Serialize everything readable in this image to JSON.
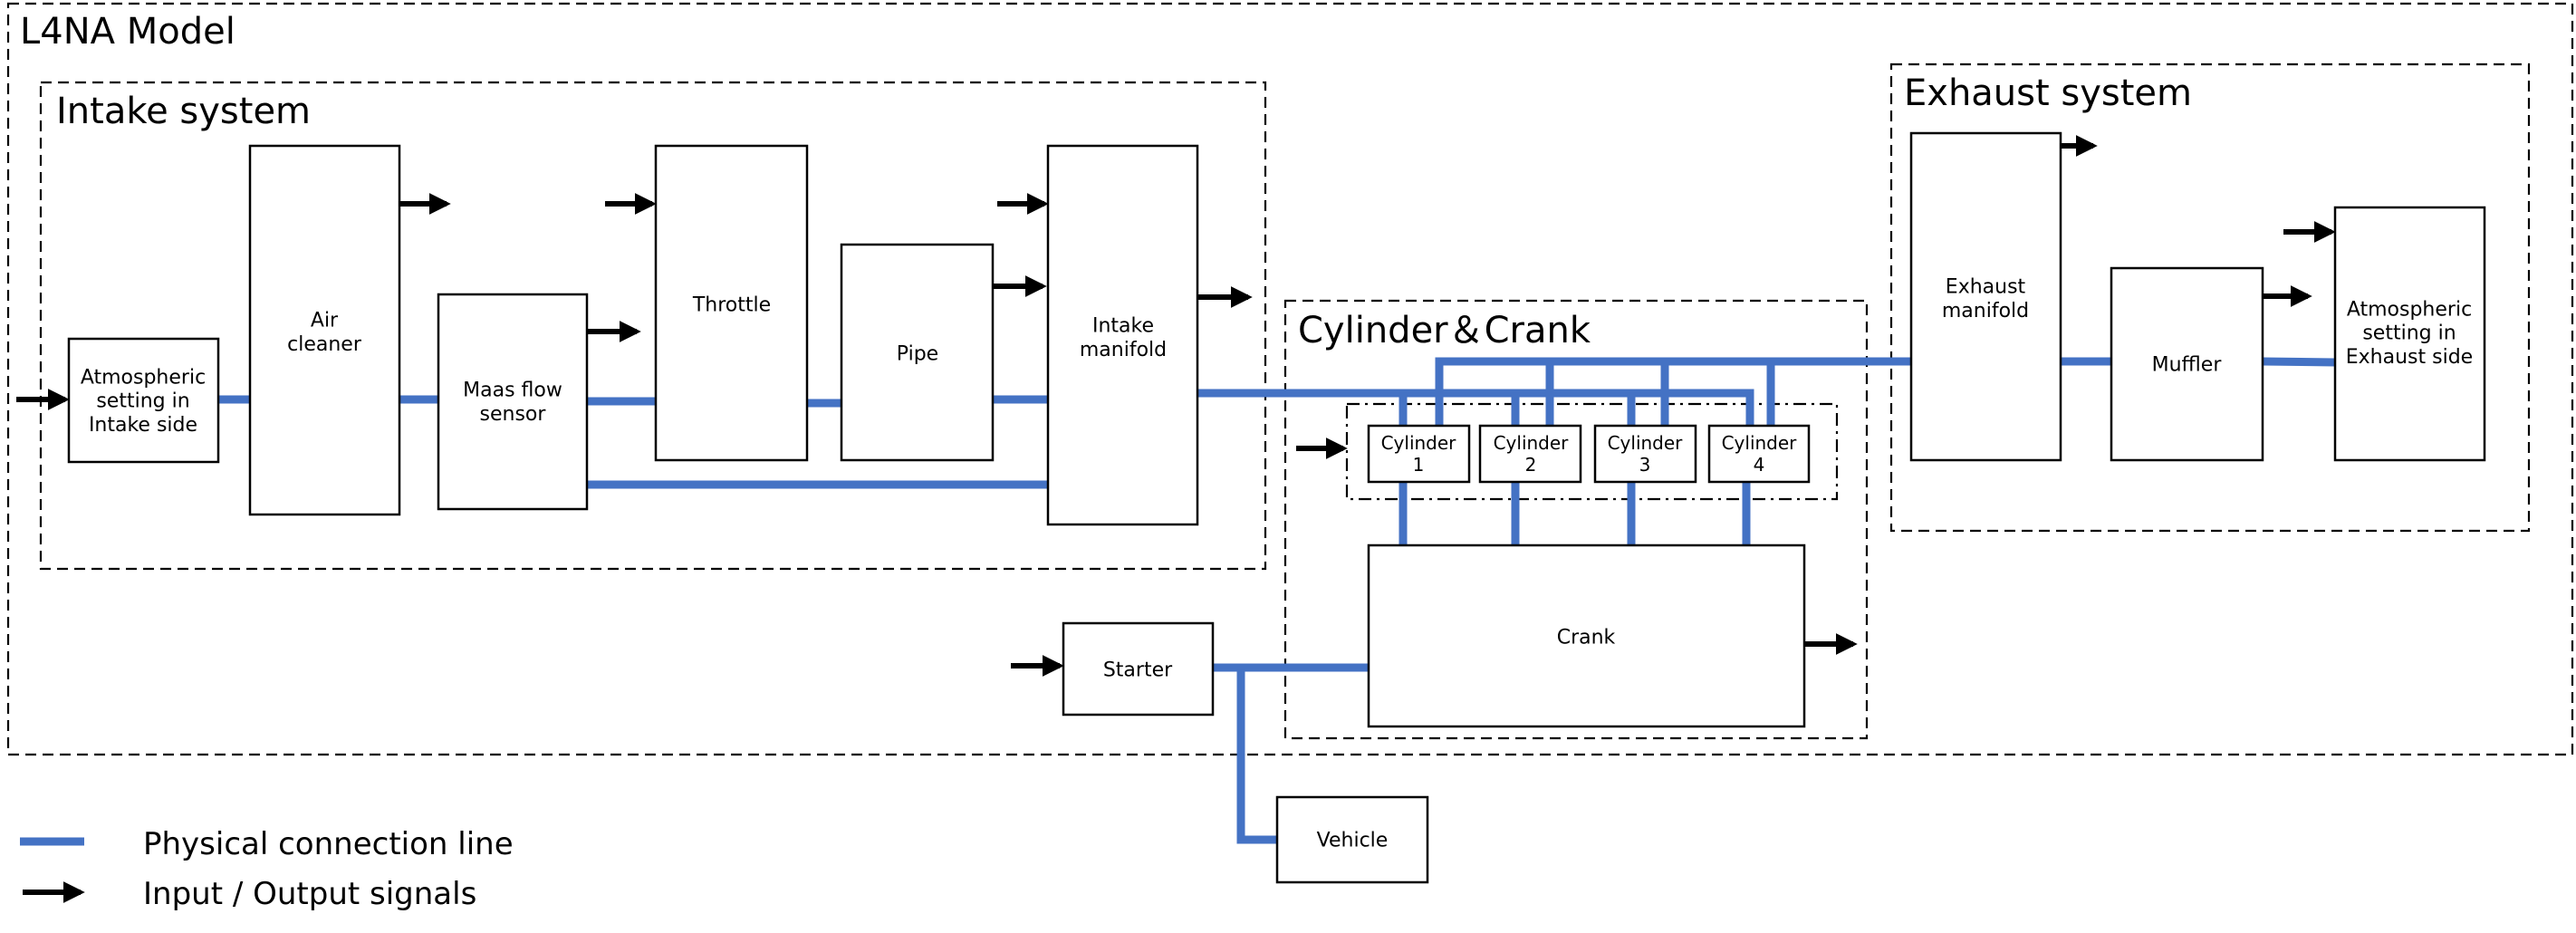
{
  "title": "L4NA Model",
  "colors": {
    "physical_line": "#4472C4",
    "signal_arrow": "#000000"
  },
  "groups": {
    "intake": "Intake system",
    "cylinder_crank": "Cylinder＆Crank",
    "exhaust": "Exhaust system"
  },
  "blocks": {
    "atmos_intake": [
      "Atmospheric",
      "setting in",
      "Intake side"
    ],
    "air_cleaner": [
      "Air",
      "cleaner"
    ],
    "maf_sensor": [
      "Maas flow",
      "sensor"
    ],
    "throttle": [
      "Throttle"
    ],
    "pipe": [
      "Pipe"
    ],
    "intake_manifold": [
      "Intake",
      "manifold"
    ],
    "cylinder1": [
      "Cylinder",
      "1"
    ],
    "cylinder2": [
      "Cylinder",
      "2"
    ],
    "cylinder3": [
      "Cylinder",
      "3"
    ],
    "cylinder4": [
      "Cylinder",
      "4"
    ],
    "crank": [
      "Crank"
    ],
    "starter": [
      "Starter"
    ],
    "vehicle": [
      "Vehicle"
    ],
    "exhaust_manifold": [
      "Exhaust",
      "manifold"
    ],
    "muffler": [
      "Muffler"
    ],
    "atmos_exhaust": [
      "Atmospheric",
      "setting in",
      "Exhaust side"
    ]
  },
  "legend": {
    "physical": "Physical connection line",
    "signals": "Input / Output signals"
  }
}
